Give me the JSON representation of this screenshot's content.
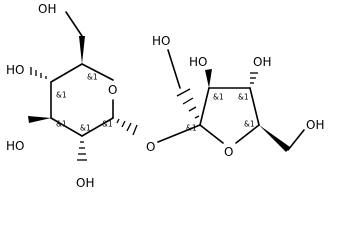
{
  "molecule": {
    "glucose_ring": {
      "ring_oxygen": "O",
      "c6_hydroxyl": "OH",
      "c4_hydroxyl": "HO",
      "c3_hydroxyl": "HO",
      "c2_hydroxyl": "OH",
      "stereo_c5": "&1",
      "stereo_c4": "&1",
      "stereo_c3": "&1",
      "stereo_c2": "&1",
      "stereo_c1": "&1"
    },
    "glycosidic_oxygen": "O",
    "fructose_ring": {
      "ring_oxygen": "O",
      "c1_hydroxyl": "HO",
      "c3_hydroxyl": "HO",
      "c4_hydroxyl": "OH",
      "c6_hydroxyl": "OH",
      "stereo_c2": "&1",
      "stereo_c3": "&1",
      "stereo_c4": "&1",
      "stereo_c5": "&1"
    }
  }
}
